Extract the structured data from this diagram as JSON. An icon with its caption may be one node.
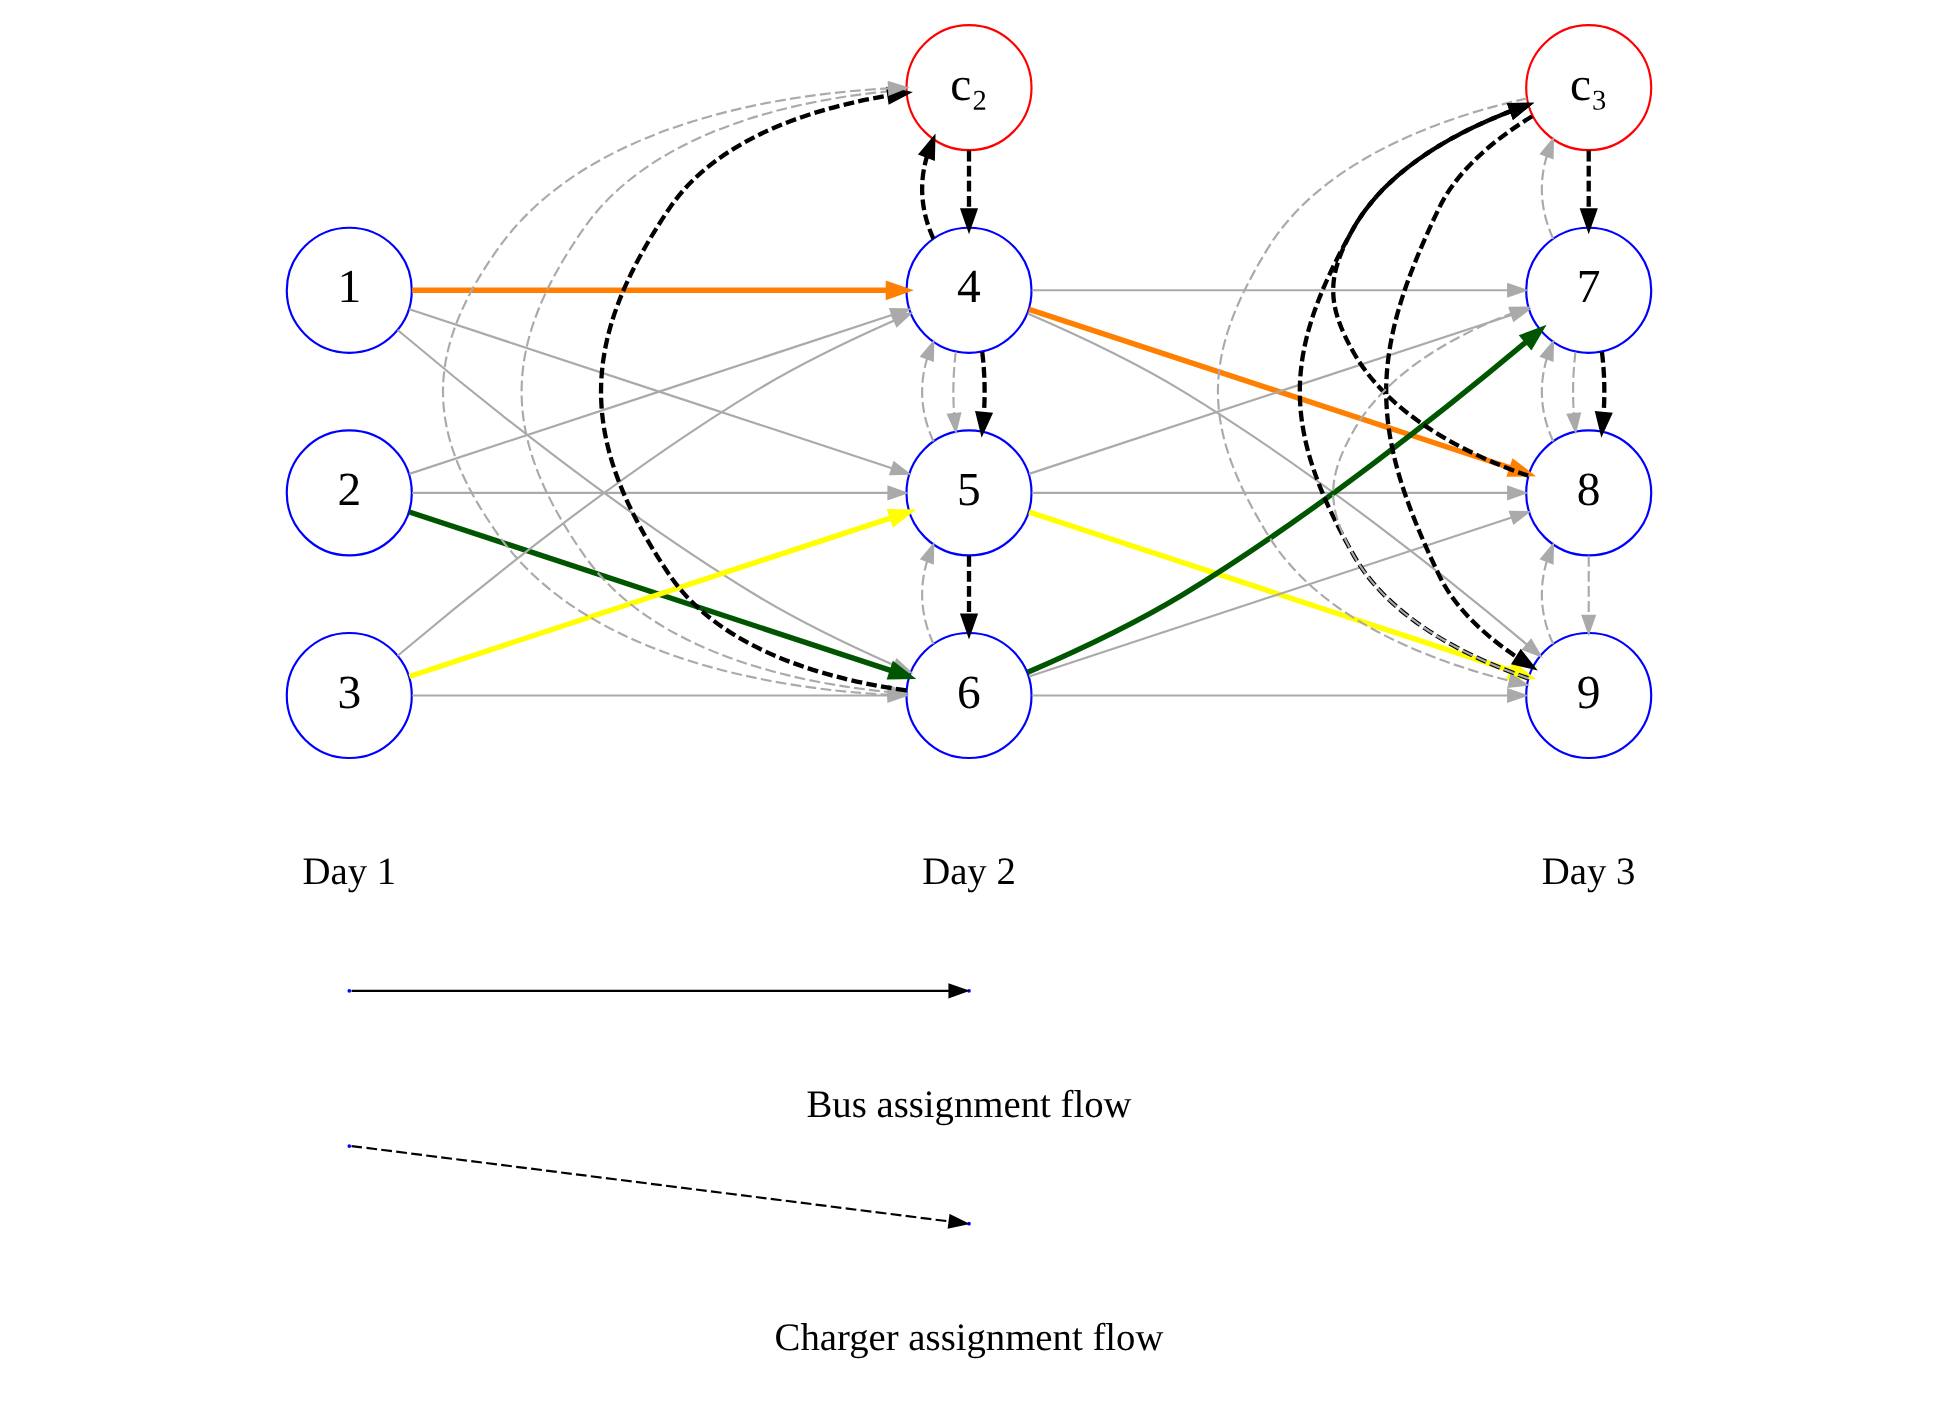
{
  "diagram": {
    "nodes": [
      {
        "text": [
          "1"
        ]
      },
      {
        "text": [
          "2"
        ]
      },
      {
        "text": [
          "3"
        ]
      },
      {
        "text": [
          "c₂"
        ]
      },
      {
        "text": [
          "4"
        ]
      },
      {
        "text": [
          "5"
        ]
      },
      {
        "text": [
          "6"
        ]
      },
      {
        "text": [
          "c₃"
        ]
      },
      {
        "text": [
          "7"
        ]
      },
      {
        "text": [
          "8"
        ]
      },
      {
        "text": [
          "9"
        ]
      }
    ],
    "edges": [
      {
        "from": 0,
        "to": 4,
        "arrow": "to",
        "style": "thick",
        "color": "#ff8000"
      },
      {
        "from": 0,
        "to": 5,
        "arrow": "to"
      },
      {
        "from": 0,
        "to": 6,
        "arrow": "to"
      },
      {
        "from": 1,
        "to": 4,
        "arrow": "to"
      },
      {
        "from": 1,
        "to": 5,
        "arrow": "to"
      },
      {
        "from": 1,
        "to": 6,
        "arrow": "to",
        "style": "thick",
        "color": "#005500"
      },
      {
        "from": 2,
        "to": 4,
        "arrow": "to"
      },
      {
        "from": 2,
        "to": 5,
        "arrow": "to",
        "style": "thick",
        "color": "#ffff00"
      },
      {
        "from": 2,
        "to": 6,
        "arrow": "to"
      },
      {
        "from": 4,
        "to": 8,
        "arrow": "to"
      },
      {
        "from": 4,
        "to": 9,
        "arrow": "to",
        "style": "thick",
        "color": "#ff8000"
      },
      {
        "from": 4,
        "to": 10,
        "arrow": "to"
      },
      {
        "from": 5,
        "to": 8,
        "arrow": "to"
      },
      {
        "from": 5,
        "to": 9,
        "arrow": "to"
      },
      {
        "from": 5,
        "to": 10,
        "arrow": "to",
        "style": "thick",
        "color": "#ffff00"
      },
      {
        "from": 6,
        "to": 8,
        "arrow": "to",
        "style": "thick",
        "color": "#005500"
      },
      {
        "from": 6,
        "to": 9,
        "arrow": "to"
      },
      {
        "from": 6,
        "to": 10,
        "arrow": "to"
      },
      {
        "from": 3,
        "to": 4,
        "arrow": "to",
        "style": "dashed",
        "color": "#000000"
      },
      {
        "from": 4,
        "to": 3,
        "arrow": "to",
        "style": "dashed",
        "color": "#000000"
      },
      {
        "from": 4,
        "to": 5,
        "arrow": "to",
        "style": "dashed",
        "color": "#000000"
      },
      {
        "from": 5,
        "to": 6,
        "arrow": "to",
        "style": "dashed",
        "color": "#000000"
      },
      {
        "from": 6,
        "to": 3,
        "arrow": "to",
        "style": "dashed",
        "color": "#000000"
      },
      {
        "from": 3,
        "to": 6,
        "arrow": "to",
        "style": "dashed"
      },
      {
        "from": 4,
        "to": 5,
        "arrow": "to",
        "style": "dashed"
      },
      {
        "from": 5,
        "to": 4,
        "arrow": "to",
        "style": "dashed"
      },
      {
        "from": 6,
        "to": 5,
        "arrow": "to",
        "style": "dashed"
      },
      {
        "from": 6,
        "to": 3,
        "arrow": "to",
        "style": "dashed"
      },
      {
        "from": 7,
        "to": 8,
        "arrow": "to",
        "style": "dashed",
        "color": "#000000"
      },
      {
        "from": 8,
        "to": 9,
        "arrow": "to",
        "style": "dashed",
        "color": "#000000"
      },
      {
        "from": 7,
        "to": 10,
        "arrow": "to",
        "style": "dashed",
        "color": "#000000"
      },
      {
        "from": 9,
        "to": 7,
        "arrow": "to",
        "style": "dashed",
        "color": "#000000"
      },
      {
        "from": 10,
        "to": 7,
        "arrow": "to",
        "style": "dashed",
        "color": "#000000"
      },
      {
        "from": 8,
        "to": 7,
        "arrow": "to",
        "style": "dashed"
      },
      {
        "from": 8,
        "to": 9,
        "arrow": "to",
        "style": "dashed"
      },
      {
        "from": 9,
        "to": 8,
        "arrow": "to",
        "style": "dashed"
      },
      {
        "from": 9,
        "to": 10,
        "arrow": "to",
        "style": "dashed"
      },
      {
        "from": 10,
        "to": 9,
        "arrow": "to",
        "style": "dashed"
      },
      {
        "from": 10,
        "to": 8,
        "arrow": "to",
        "style": "dashed"
      },
      {
        "from": 7,
        "to": 10,
        "arrow": "to",
        "style": "dashed"
      }
    ],
    "labels": [
      "Day 1",
      "Day 2",
      "Day 3"
    ],
    "legend": [
      {
        "text": "Bus assignment flow"
      },
      {
        "text": "Charger assignment flow"
      }
    ]
  }
}
